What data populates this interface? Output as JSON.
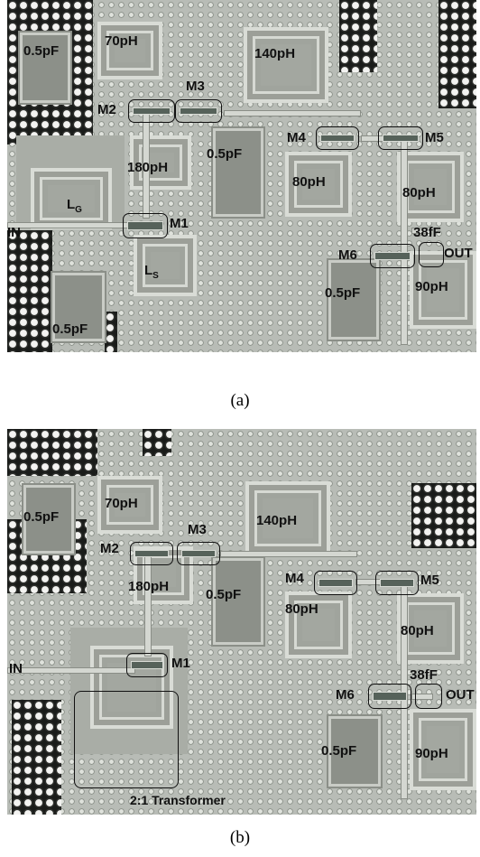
{
  "panels": [
    {
      "caption": "(a)",
      "labels": {
        "cap1": "0.5pF",
        "ind70": "70pH",
        "ind140": "140pH",
        "m2": "M2",
        "m3": "M3",
        "m4": "M4",
        "m5": "M5",
        "ind180": "180pH",
        "cap2": "0.5pF",
        "ind80a": "80pH",
        "ind80b": "80pH",
        "lg_main": "L",
        "lg_sub": "G",
        "in": "IN",
        "m1": "M1",
        "m6": "M6",
        "cap38": "38fF",
        "out": "OUT",
        "ls_main": "L",
        "ls_sub": "S",
        "cap3": "0.5pF",
        "cap4": "0.5pF",
        "ind90": "90pH"
      }
    },
    {
      "caption": "(b)",
      "labels": {
        "cap1": "0.5pF",
        "ind70": "70pH",
        "ind140": "140pH",
        "m2": "M2",
        "m3": "M3",
        "m4": "M4",
        "m5": "M5",
        "ind180": "180pH",
        "cap2": "0.5pF",
        "ind80a": "80pH",
        "ind80b": "80pH",
        "in": "IN",
        "m1": "M1",
        "m6": "M6",
        "cap38": "38fF",
        "out": "OUT",
        "cap4": "0.5pF",
        "ind90": "90pH",
        "transformer": "2:1 Transformer"
      }
    }
  ]
}
